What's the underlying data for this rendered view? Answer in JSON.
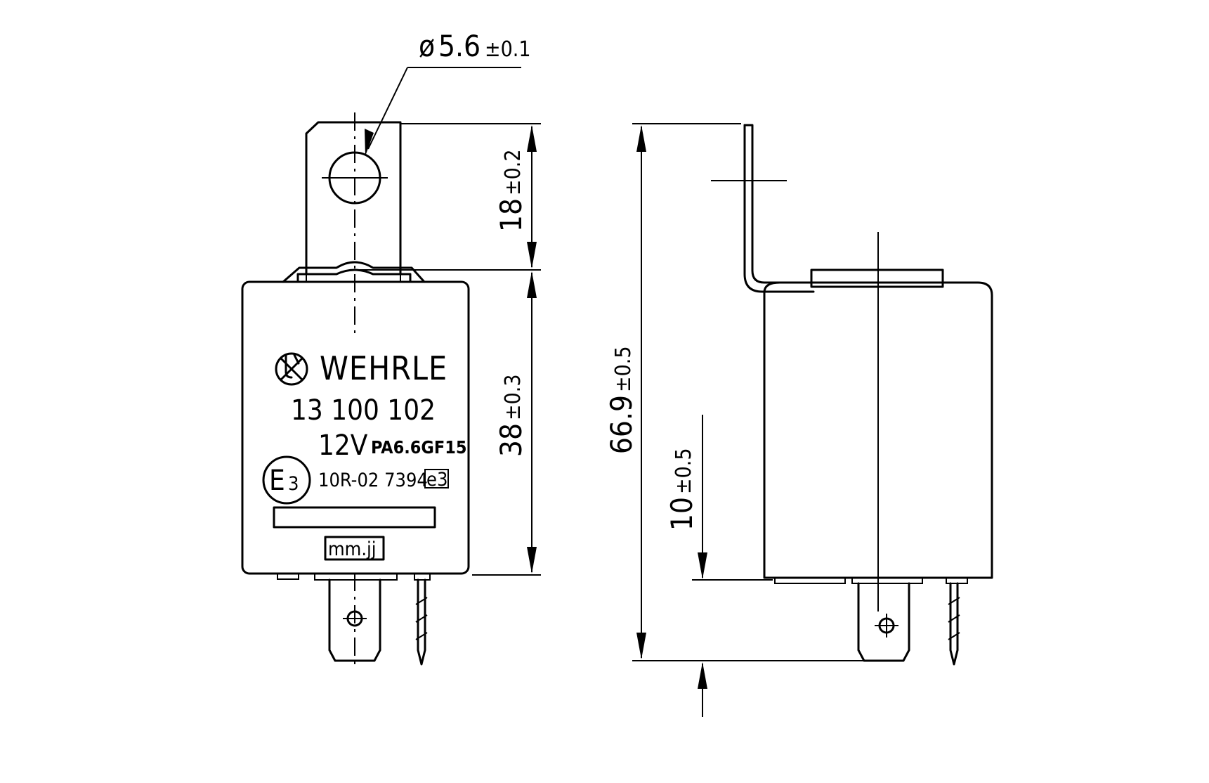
{
  "front_view": {
    "brand": "WEHRLE",
    "part_number": "13 100 102",
    "voltage": "12V",
    "material": "PA6.6GF15",
    "approval_mark": "E",
    "approval_mark_number": "3",
    "approval_code": "10R-02 7394",
    "small_mark": "e3",
    "date_stamp": "mm.jj"
  },
  "dimensions": {
    "hole_diameter": {
      "symbol": "ø",
      "value": "5.6",
      "tolerance": "±0.1"
    },
    "tab_height": {
      "value": "18",
      "tolerance": "±0.2"
    },
    "body_height": {
      "value": "38",
      "tolerance": "±0.3"
    },
    "overall_height": {
      "value": "66.9",
      "tolerance": "±0.5"
    },
    "pin_length": {
      "value": "10",
      "tolerance": "±0.5"
    }
  }
}
